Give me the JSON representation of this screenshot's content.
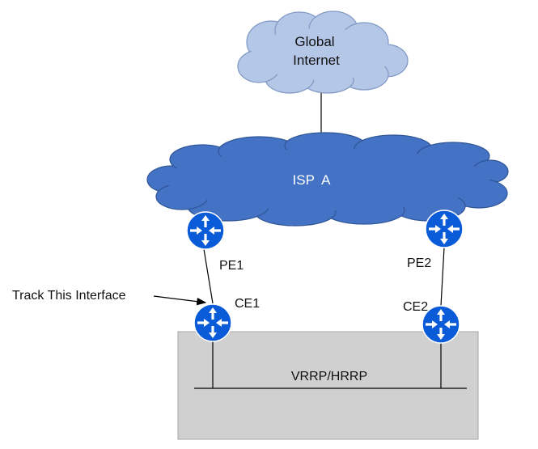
{
  "clouds": {
    "global": {
      "line1": "Global",
      "line2": "Internet"
    },
    "isp": {
      "label": "ISP  A"
    }
  },
  "routers": {
    "pe1": "PE1",
    "pe2": "PE2",
    "ce1": "CE1",
    "ce2": "CE2"
  },
  "annotation": {
    "track": "Track This Interface"
  },
  "lan": {
    "protocol": "VRRP/HRRP"
  },
  "colors": {
    "router_blue": "#0a5bd8",
    "isp_cloud": "#4472c4",
    "global_cloud": "#b4c7e7",
    "lan_box": "#d0d0d0"
  }
}
